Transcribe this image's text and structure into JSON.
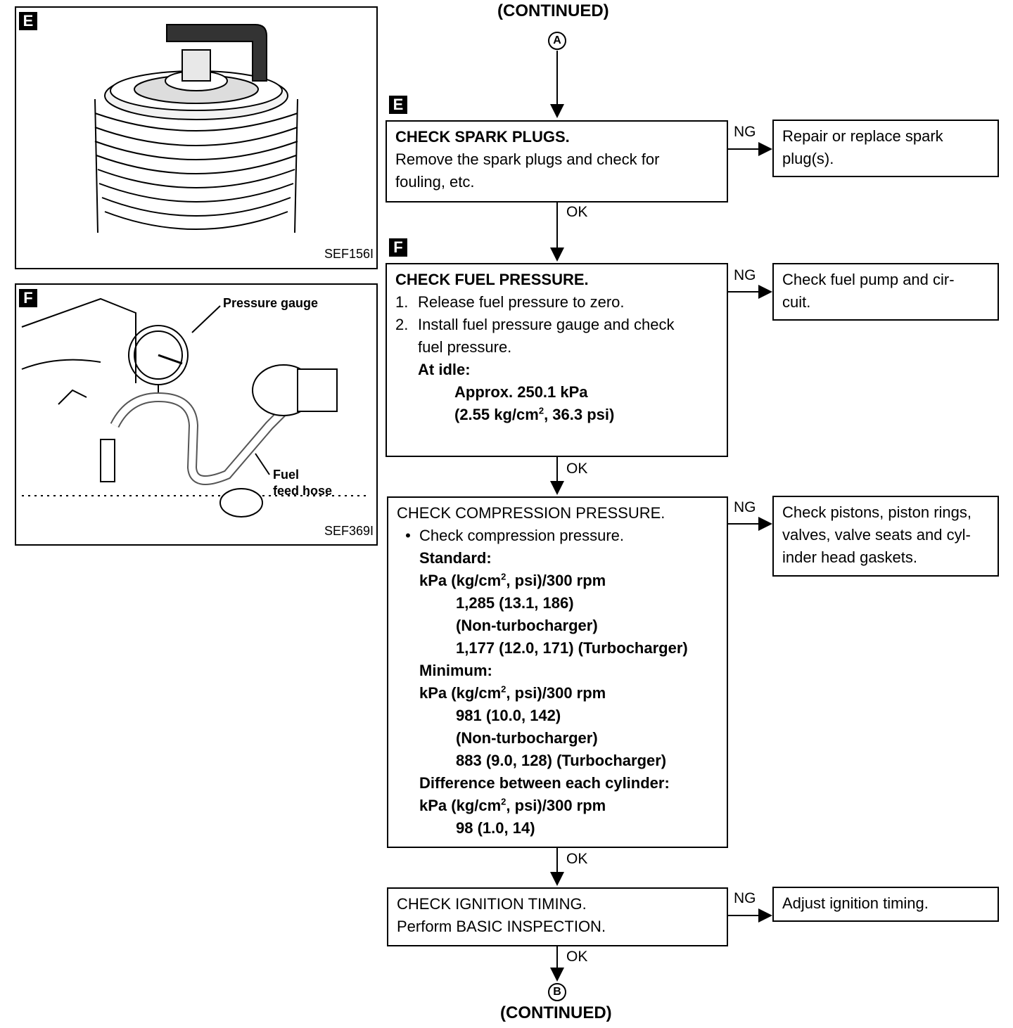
{
  "header": {
    "continued_top": "(CONTINUED)",
    "connector_top": "A"
  },
  "footer": {
    "continued_bottom": "(CONTINUED)",
    "connector_bottom": "B"
  },
  "figures": {
    "fig_e": {
      "tag": "E",
      "caption": "SEF156I"
    },
    "fig_f": {
      "tag": "F",
      "caption": "SEF369I",
      "label_gauge": "Pressure gauge",
      "label_hose_1": "Fuel",
      "label_hose_2": "feed hose"
    }
  },
  "flow": {
    "ok_label": "OK",
    "ng_label": "NG",
    "step_e": {
      "tag": "E",
      "title": "CHECK SPARK PLUGS.",
      "line1": "Remove the spark plugs and check for",
      "line2": "fouling, etc.",
      "ng_action_1": "Repair or replace spark",
      "ng_action_2": "plug(s)."
    },
    "step_f": {
      "tag": "F",
      "title": "CHECK FUEL PRESSURE.",
      "item1_num": "1.",
      "item1": "Release fuel pressure to zero.",
      "item2_num": "2.",
      "item2a": "Install fuel pressure gauge and check",
      "item2b": "fuel pressure.",
      "at_idle": "At idle:",
      "value1": "Approx. 250.1 kPa",
      "value2_a": "(2.55 kg/cm",
      "value2_sup": "2",
      "value2_b": ", 36.3 psi)",
      "ng_action_1": "Check fuel pump and cir-",
      "ng_action_2": "cuit."
    },
    "step_comp": {
      "title": "CHECK COMPRESSION PRESSURE.",
      "bullet": "•",
      "bullet_text": "Check compression pressure.",
      "standard": "Standard:",
      "unit_a": "kPa (kg/cm",
      "unit_sup": "2",
      "unit_b": ", psi)/300 rpm",
      "std1": "1,285 (13.1, 186)",
      "std2": "(Non-turbocharger)",
      "std3": "1,177 (12.0, 171) (Turbocharger)",
      "minimum": "Minimum:",
      "min1": "981 (10.0, 142)",
      "min2": "(Non-turbocharger)",
      "min3": "883 (9.0, 128) (Turbocharger)",
      "difference": "Difference between each cylinder:",
      "diff1": "98 (1.0, 14)",
      "ng_action_1": "Check pistons, piston rings,",
      "ng_action_2": "valves, valve seats and cyl-",
      "ng_action_3": "inder head gaskets."
    },
    "step_ign": {
      "title": "CHECK IGNITION TIMING.",
      "line1": "Perform BASIC INSPECTION.",
      "ng_action_1": "Adjust ignition timing."
    }
  }
}
